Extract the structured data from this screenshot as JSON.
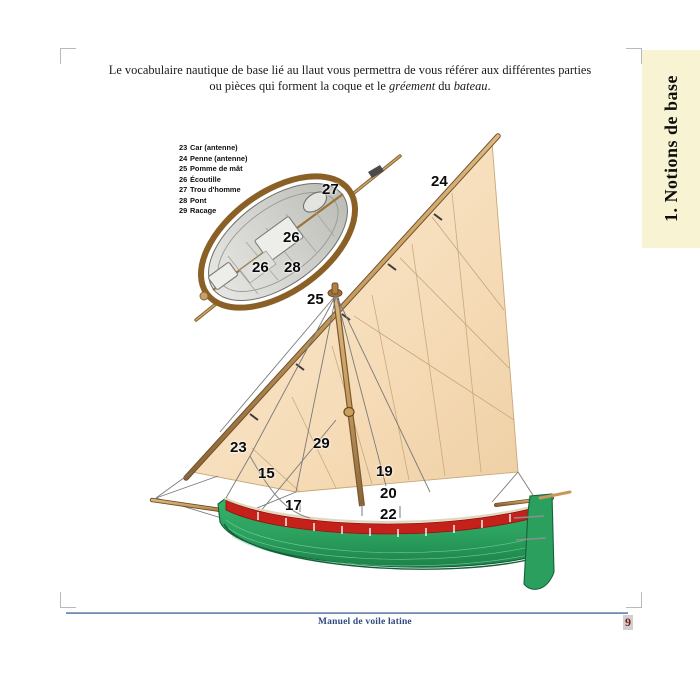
{
  "document": {
    "intro_line1": "Le vocabulaire nautique de base lié au llaut vous permettra de vous référer aux différentes parties",
    "intro_line2_pre": "ou pièces qui forment la coque et le ",
    "intro_line2_italic1": "gréement",
    "intro_line2_mid": " du ",
    "intro_line2_italic2": "bateau",
    "intro_line2_end": "."
  },
  "chapter_tab": {
    "label": "1. Notions de base",
    "background_color": "#f8f3d2"
  },
  "legend": {
    "items": [
      {
        "number": "23",
        "label": "Car (antenne)"
      },
      {
        "number": "24",
        "label": "Penne (antenne)"
      },
      {
        "number": "25",
        "label": "Pomme de mât"
      },
      {
        "number": "26",
        "label": "Écoutille"
      },
      {
        "number": "27",
        "label": "Trou d'homme"
      },
      {
        "number": "28",
        "label": "Pont"
      },
      {
        "number": "29",
        "label": "Racage"
      }
    ]
  },
  "callouts": [
    {
      "id": "c27",
      "text": "27"
    },
    {
      "id": "c26a",
      "text": "26"
    },
    {
      "id": "c26b",
      "text": "26"
    },
    {
      "id": "c28",
      "text": "28"
    },
    {
      "id": "c24",
      "text": "24"
    },
    {
      "id": "c25",
      "text": "25"
    },
    {
      "id": "c23",
      "text": "23"
    },
    {
      "id": "c15",
      "text": "15"
    },
    {
      "id": "c29",
      "text": "29"
    },
    {
      "id": "c17",
      "text": "17"
    },
    {
      "id": "c19",
      "text": "19"
    },
    {
      "id": "c20",
      "text": "20"
    },
    {
      "id": "c22",
      "text": "22"
    }
  ],
  "figure": {
    "description": "Illustration d'un llaut gréé en voile latine, vue de profil, avec vue de dessus du pont en médaillon",
    "colors": {
      "hull_green": "#2ba05e",
      "hull_green_dark": "#1b7a45",
      "strake_red": "#c4211b",
      "sail_canvas": "#f6dcb8",
      "sail_canvas_light": "#fbecd6",
      "spar_wood": "#c49a5c",
      "spar_wood_dark": "#8a6436",
      "deck_grey": "#d8d8d4",
      "rigging": "#6e6e6e",
      "inset_hull_wood": "#a6742e"
    }
  },
  "footer": {
    "title": "Manuel de voile latine",
    "page_number": "9",
    "rule_color": "#5f7fa6"
  }
}
